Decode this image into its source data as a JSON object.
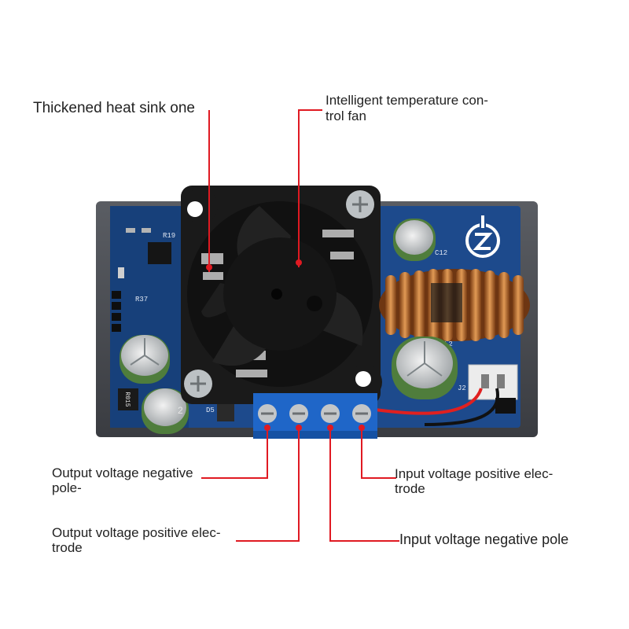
{
  "labels": {
    "heat_sink": "Thickened heat sink one",
    "fan_line1": "Intelligent temperature con-",
    "fan_line2": "trol fan",
    "out_neg_line1": "Output voltage negative",
    "out_neg_line2": "pole-",
    "in_pos_line1": "Input voltage positive elec-",
    "in_pos_line2": "trode",
    "out_pos_line1": "Output voltage positive elec-",
    "out_pos_line2": "trode",
    "in_neg": "Input voltage negative pole"
  },
  "board": {
    "silkscreen": [
      "R19",
      "R37",
      "R015",
      "D5",
      "C12",
      "L2",
      "J2"
    ]
  },
  "colors": {
    "leader_line": "#e01a22",
    "pcb_blue": "#1d4a8c",
    "case_gray": "#4a4c52",
    "terminal_blue": "#1f66c8",
    "copper": "#b8692a"
  }
}
